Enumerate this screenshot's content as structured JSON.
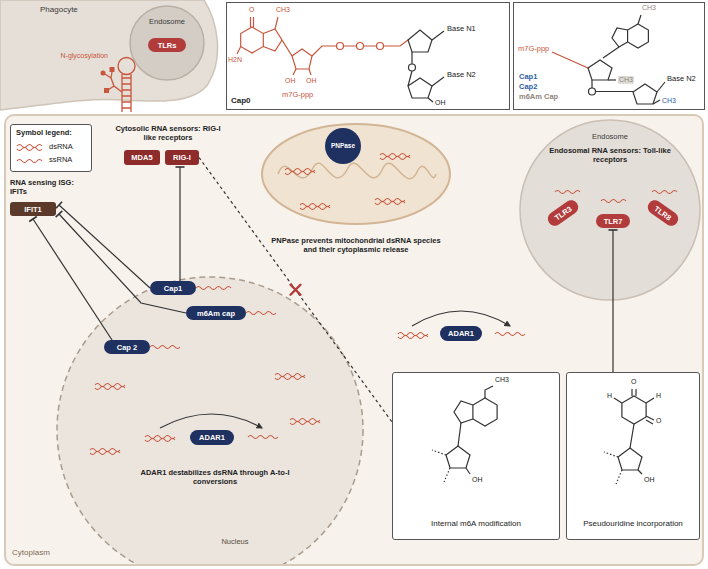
{
  "diagram": {
    "nodes": [
      {
        "text": [
          "Phagocyte"
        ]
      },
      {
        "text": [
          "Endosome"
        ],
        "in": 0
      },
      {
        "text": [
          "TLRs"
        ],
        "in": 1
      },
      {
        "text": [
          "Cap0"
        ]
      },
      {
        "text": [
          "Cap1",
          "Cap2",
          "m6Am Cap"
        ]
      },
      {
        "text": [
          "Cytoplasm"
        ]
      },
      {
        "text": [
          "Symbol legend:"
        ],
        "in": 5
      },
      {
        "text": [
          "IFIT1"
        ],
        "in": 5
      },
      {
        "text": [
          "MDA5"
        ],
        "in": 5
      },
      {
        "text": [
          "RIG-I"
        ],
        "in": 5
      },
      {
        "text": [
          "Nucleus"
        ],
        "in": 5
      },
      {
        "text": [
          "Cap1"
        ],
        "in": 10
      },
      {
        "text": [
          "m6Am cap"
        ],
        "in": 10
      },
      {
        "text": [
          "Cap 2"
        ],
        "in": 10
      },
      {
        "text": [
          "ADAR1"
        ],
        "in": 10
      },
      {
        "text": [
          "PNPase prevents mitochondrial dsRNA species and their cytoplasmic release"
        ],
        "in": 5
      },
      {
        "text": [
          "PNPase"
        ],
        "in": 15
      },
      {
        "text": [
          "Endosome",
          "Endosomal RNA sensors: Toll-like receptors"
        ],
        "in": 5
      },
      {
        "text": [
          "TLR3"
        ],
        "in": 17
      },
      {
        "text": [
          "TLR7"
        ],
        "in": 17
      },
      {
        "text": [
          "TLR8"
        ],
        "in": 17
      },
      {
        "text": [
          "ADAR1"
        ],
        "in": 5
      },
      {
        "text": [
          "Internal m6A modification"
        ],
        "in": 5
      },
      {
        "text": [
          "Pseudouridine incorporation"
        ],
        "in": 5
      }
    ],
    "edges": [
      {
        "from": 11,
        "to": 9,
        "arrow": "to"
      },
      {
        "from": 11,
        "to": 7,
        "arrow": "to"
      },
      {
        "from": 12,
        "to": 7,
        "arrow": "to"
      },
      {
        "from": 13,
        "to": 7,
        "arrow": "to"
      },
      {
        "from": 9,
        "to": 22,
        "arrow": "none"
      },
      {
        "from": 23,
        "to": 19,
        "arrow": "to"
      }
    ],
    "labels": [
      "N-glycosylation",
      "O",
      "CH3",
      "H2N",
      "OH",
      "OH",
      "m7G-ppp",
      "Base N1",
      "Base N2",
      "OH",
      "m7G-ppp",
      "CH3",
      "CH3",
      "Base N2",
      "CH3",
      "RNA sensing ISG: IFITs",
      "Cytosolic RNA sensors: RIG-I like receptors",
      "ADAR1 destabilizes dsRNA through A-to-I conversions",
      "CH3",
      "OH",
      "O",
      "H",
      "H",
      "O",
      "OH"
    ],
    "legend": [
      {
        "text": "dsRNA"
      },
      {
        "text": "ssRNA"
      }
    ]
  }
}
